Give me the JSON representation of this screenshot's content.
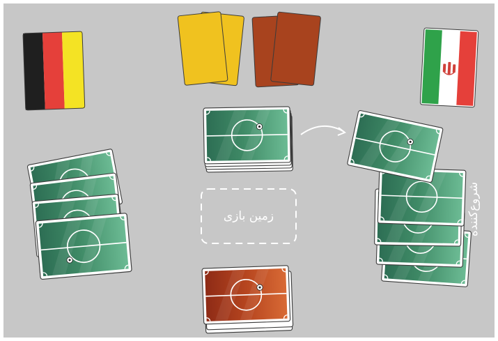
{
  "play_area_label": "زمین بازی",
  "starter_label": "شروع‌کننده",
  "players": {
    "left": {
      "country": "Germany",
      "flag_colors": [
        "#1f1f1f",
        "#e5403a",
        "#f4e324"
      ],
      "hand_count": 4
    },
    "right": {
      "country": "Iran",
      "flag_colors": [
        "#2fa24a",
        "#ffffff",
        "#e5403a"
      ],
      "hand_count": 5,
      "is_starter": true
    }
  },
  "penalty_cards": [
    {
      "type": "yellow",
      "count": 2,
      "color": "#f0c21f"
    },
    {
      "type": "red",
      "count": 2,
      "color": "#a8431e"
    }
  ],
  "center_deck": {
    "face": "green-field"
  },
  "bottom_deck": {
    "face": "orange-field"
  },
  "colors": {
    "table": "#c7c7c7",
    "card_green_dark": "#2d6e54",
    "card_green_light": "#6cbb94",
    "card_orange_dark": "#8e2b16",
    "card_orange_light": "#d86a35"
  },
  "icons": [
    "football-icon",
    "arrow-icon"
  ]
}
